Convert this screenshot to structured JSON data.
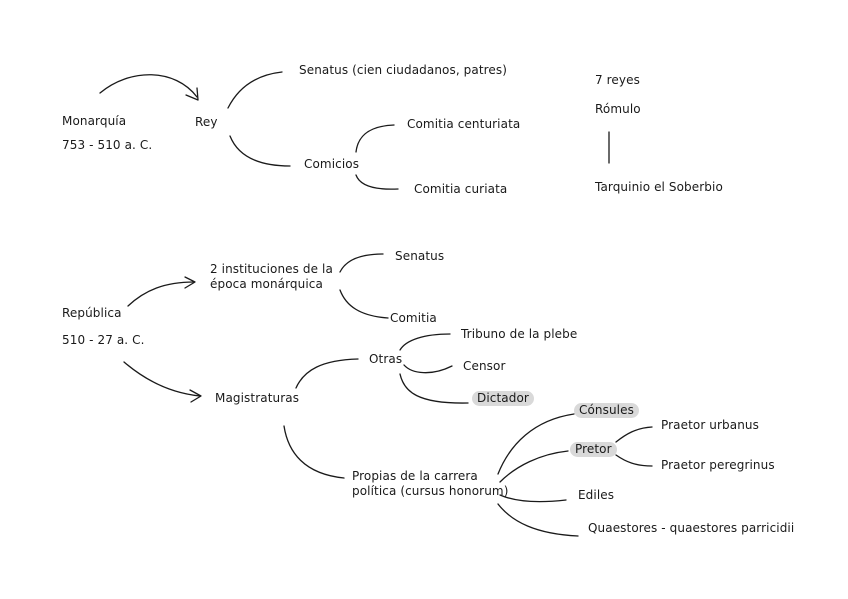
{
  "monarquia": {
    "title": "Monarquía",
    "dates": "753 - 510 a. C.",
    "rey": "Rey",
    "senatus": "Senatus (cien ciudadanos, patres)",
    "comicios": "Comicios",
    "comitia_centuriata": "Comitia centuriata",
    "comitia_curiata": "Comitia curiata",
    "reyes_count": "7 reyes",
    "romulo": "Rómulo",
    "tarquinio": "Tarquinio el Soberbio"
  },
  "republica": {
    "title": "República",
    "dates": "510 - 27 a. C.",
    "instituciones_line1": "2 instituciones de la",
    "instituciones_line2": "época monárquica",
    "senatus": "Senatus",
    "comitia": "Comitia",
    "magistraturas": "Magistraturas",
    "otras": "Otras",
    "tribuno": "Tribuno de la plebe",
    "censor": "Censor",
    "dictador": "Dictador",
    "propias_line1": "Propias de la carrera",
    "propias_line2": "política (cursus honorum)",
    "consules": "Cónsules",
    "pretor": "Pretor",
    "praetor_urbanus": "Praetor urbanus",
    "praetor_peregrinus": "Praetor peregrinus",
    "ediles": "Ediles",
    "quaestores": "Quaestores - quaestores parricidii"
  },
  "colors": {
    "ink": "#1a1a1a",
    "highlight": "#d9d9d9",
    "background": "#ffffff"
  }
}
